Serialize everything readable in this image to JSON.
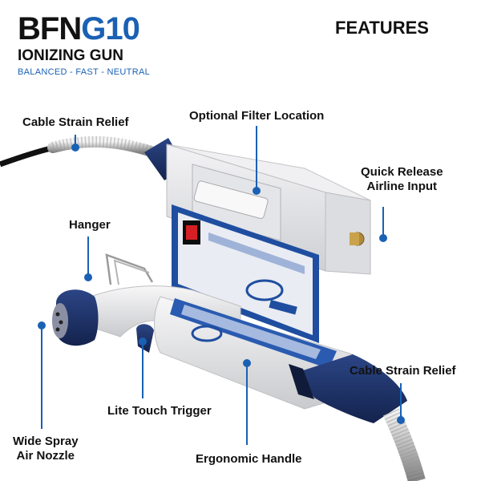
{
  "brand": {
    "name_part1": "BFN",
    "name_part2": "G10",
    "subtitle": "IONIZING GUN",
    "tagline": "BALANCED  -  FAST  -   NEUTRAL"
  },
  "header": {
    "features": "FEATURES"
  },
  "callouts": {
    "cable_strain_relief_left": "Cable Strain Relief",
    "optional_filter": "Optional Filter Location",
    "quick_release_line1": "Quick Release",
    "quick_release_line2": "Airline Input",
    "hanger": "Hanger",
    "lite_touch_trigger": "Lite Touch Trigger",
    "wide_spray_line1": "Wide Spray",
    "wide_spray_line2": "Air Nozzle",
    "ergonomic_handle": "Ergonomic Handle",
    "cable_strain_relief_right": "Cable Strain Relief"
  },
  "colors": {
    "brand_blue": "#1a61b4",
    "navy": "#1b2f63",
    "body_grey": "#e6e6e8",
    "callout_dot": "#1a61b4"
  }
}
